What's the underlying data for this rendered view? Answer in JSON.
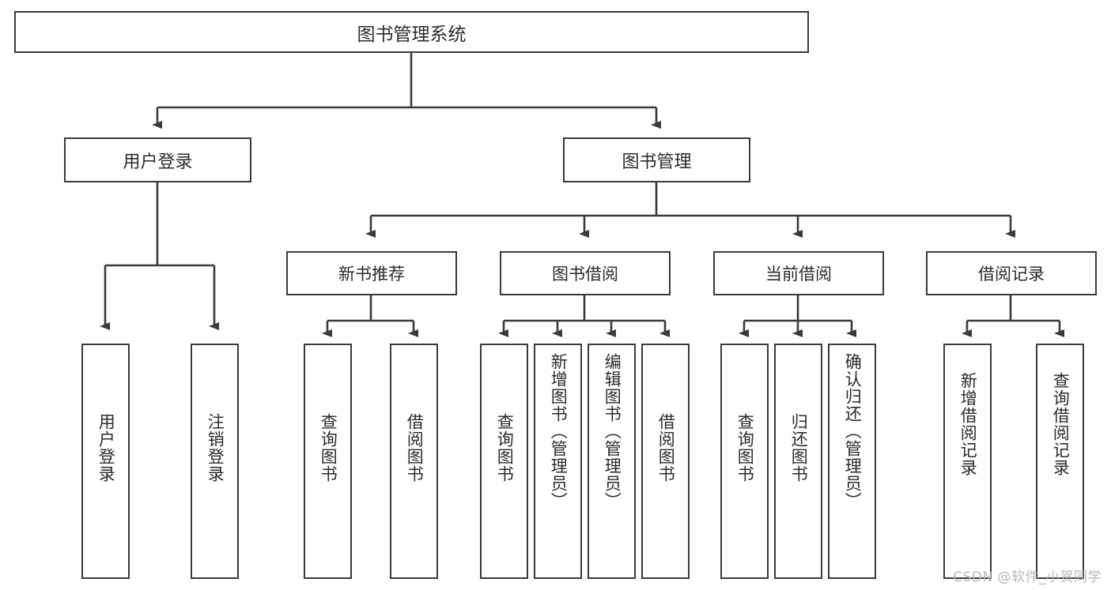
{
  "diagram": {
    "title": "图书管理系统",
    "type": "tree",
    "watermark": "CSDN @软件_小贺同学",
    "colors": {
      "stroke": "#3a3a3a",
      "text": "#2b2b2b",
      "background": "#ffffff",
      "watermark": "#b9b9b9"
    },
    "nodes": {
      "root": {
        "label": "图书管理系统",
        "level": 0
      },
      "user_login": {
        "label": "用户登录",
        "level": 1
      },
      "book_mgmt": {
        "label": "图书管理",
        "level": 1
      },
      "new_book_rec": {
        "label": "新书推荐",
        "level": 2
      },
      "book_borrow": {
        "label": "图书借阅",
        "level": 2
      },
      "current_borrow": {
        "label": "当前借阅",
        "level": 2
      },
      "borrow_record": {
        "label": "借阅记录",
        "level": 2
      },
      "leaf_user_login": {
        "label": "用户登录",
        "level": 3
      },
      "leaf_logout": {
        "label": "注销登录",
        "level": 3
      },
      "leaf_query_book_1": {
        "label": "查询图书",
        "level": 3
      },
      "leaf_borrow_book_1": {
        "label": "借阅图书",
        "level": 3
      },
      "leaf_query_book_2": {
        "label": "查询图书",
        "level": 3
      },
      "leaf_add_book": {
        "label": "新增图书（管理员）",
        "level": 3
      },
      "leaf_edit_book": {
        "label": "编辑图书（管理员）",
        "level": 3
      },
      "leaf_borrow_book_2": {
        "label": "借阅图书",
        "level": 3
      },
      "leaf_query_book_3": {
        "label": "查询图书",
        "level": 3
      },
      "leaf_return_book": {
        "label": "归还图书",
        "level": 3
      },
      "leaf_confirm_return": {
        "label": "确认归还（管理员）",
        "level": 3
      },
      "leaf_add_record": {
        "label": "新增借阅记录",
        "level": 3
      },
      "leaf_query_record": {
        "label": "查询借阅记录",
        "level": 3
      }
    },
    "edges": [
      {
        "from": "root",
        "to": "user_login"
      },
      {
        "from": "root",
        "to": "book_mgmt"
      },
      {
        "from": "user_login",
        "to": "leaf_user_login"
      },
      {
        "from": "user_login",
        "to": "leaf_logout"
      },
      {
        "from": "book_mgmt",
        "to": "new_book_rec"
      },
      {
        "from": "book_mgmt",
        "to": "book_borrow"
      },
      {
        "from": "book_mgmt",
        "to": "current_borrow"
      },
      {
        "from": "book_mgmt",
        "to": "borrow_record"
      },
      {
        "from": "new_book_rec",
        "to": "leaf_query_book_1"
      },
      {
        "from": "new_book_rec",
        "to": "leaf_borrow_book_1"
      },
      {
        "from": "book_borrow",
        "to": "leaf_query_book_2"
      },
      {
        "from": "book_borrow",
        "to": "leaf_add_book"
      },
      {
        "from": "book_borrow",
        "to": "leaf_edit_book"
      },
      {
        "from": "book_borrow",
        "to": "leaf_borrow_book_2"
      },
      {
        "from": "current_borrow",
        "to": "leaf_query_book_3"
      },
      {
        "from": "current_borrow",
        "to": "leaf_return_book"
      },
      {
        "from": "current_borrow",
        "to": "leaf_confirm_return"
      },
      {
        "from": "borrow_record",
        "to": "leaf_add_record"
      },
      {
        "from": "borrow_record",
        "to": "leaf_query_record"
      }
    ]
  }
}
